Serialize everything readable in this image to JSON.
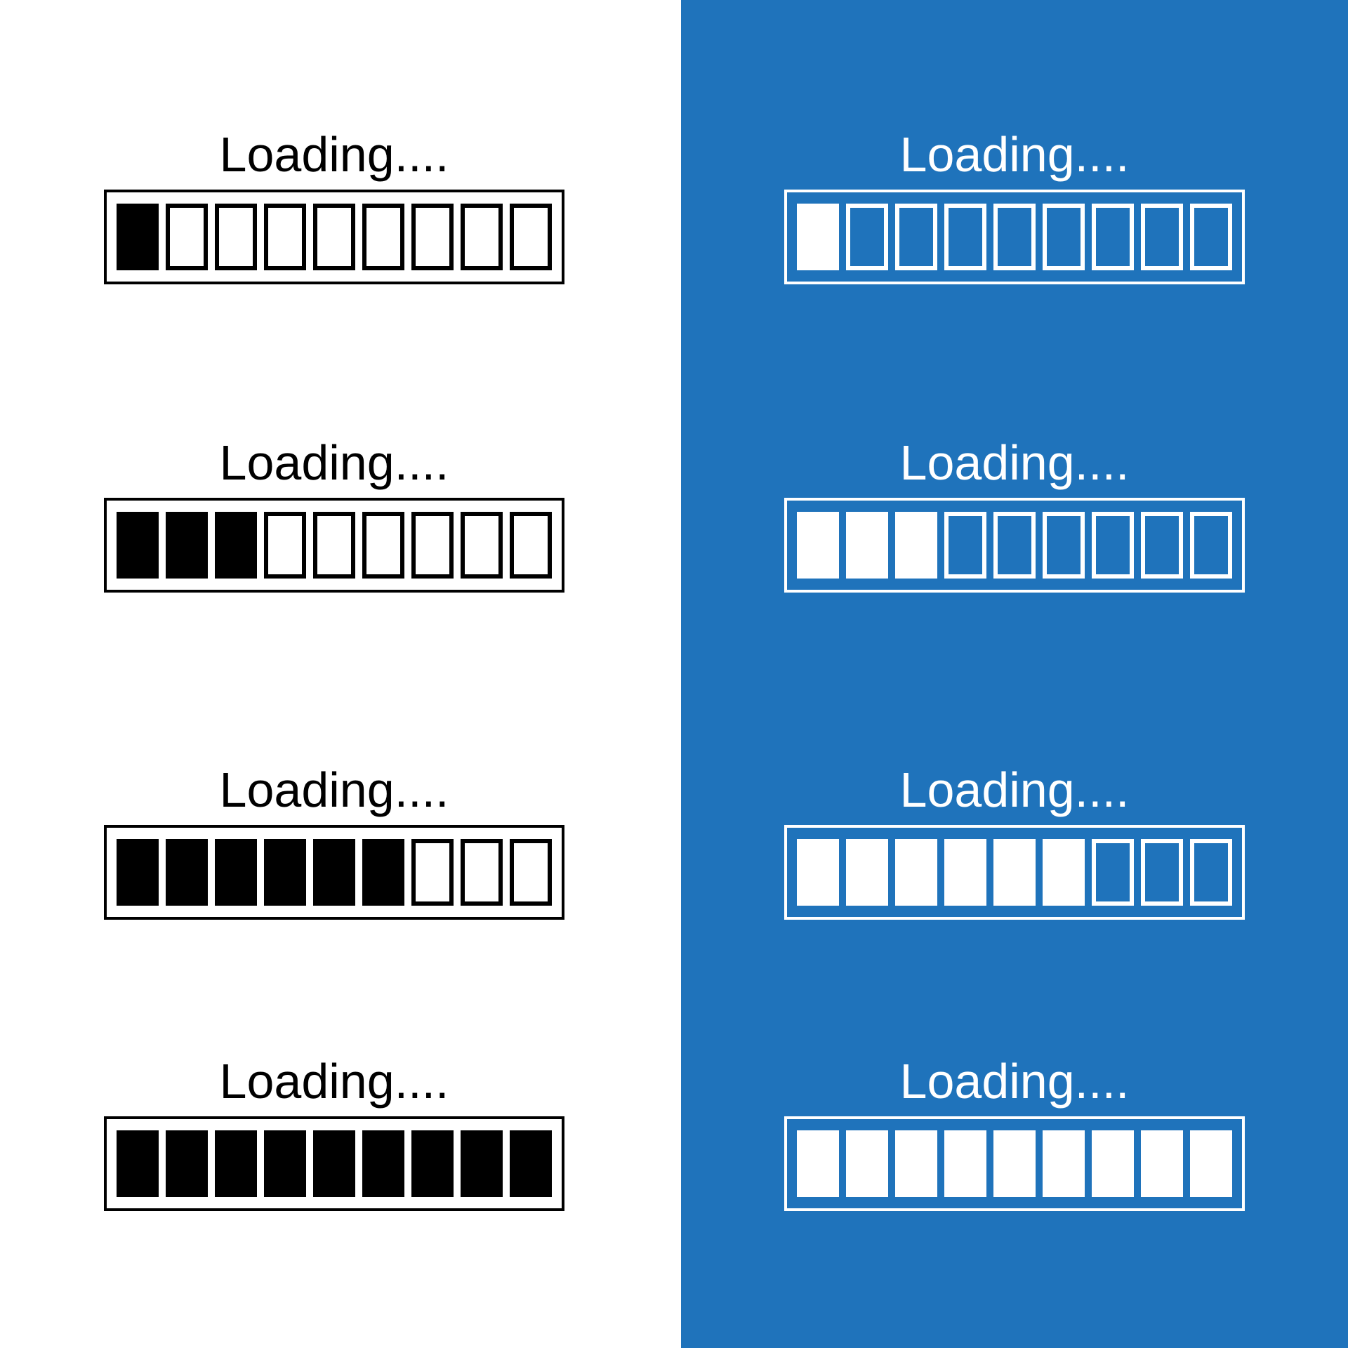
{
  "panels": [
    {
      "colors": {
        "background": "#ffffff",
        "foreground": "#000000"
      },
      "loaders": [
        {
          "label": "Loading....",
          "filled": 1,
          "total": 9
        },
        {
          "label": "Loading....",
          "filled": 3,
          "total": 9
        },
        {
          "label": "Loading....",
          "filled": 6,
          "total": 9
        },
        {
          "label": "Loading....",
          "filled": 9,
          "total": 9
        }
      ]
    },
    {
      "colors": {
        "background": "#1f73bb",
        "foreground": "#ffffff"
      },
      "loaders": [
        {
          "label": "Loading....",
          "filled": 1,
          "total": 9
        },
        {
          "label": "Loading....",
          "filled": 3,
          "total": 9
        },
        {
          "label": "Loading....",
          "filled": 6,
          "total": 9
        },
        {
          "label": "Loading....",
          "filled": 9,
          "total": 9
        }
      ]
    }
  ]
}
